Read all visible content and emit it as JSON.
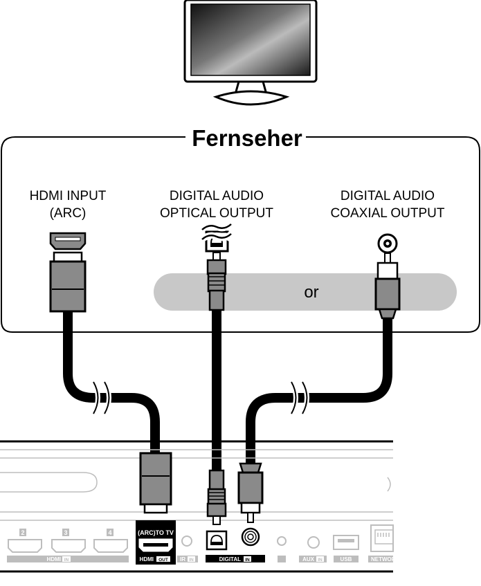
{
  "tv": {
    "title": "Fernseher"
  },
  "tv_ports": {
    "hdmi_input": [
      "HDMI INPUT",
      "(ARC)"
    ],
    "optical_output": [
      "DIGITAL AUDIO",
      "OPTICAL OUTPUT"
    ],
    "coaxial_output": [
      "DIGITAL AUDIO",
      "COAXIAL OUTPUT"
    ]
  },
  "or_label": "or",
  "receiver": {
    "hdmi_in_numbers": [
      "2",
      "3",
      "4"
    ],
    "hdmi_in_label": "HDMI",
    "hdmi_in_badge": "IN",
    "hdmi_out_top": "(ARC)TO TV",
    "hdmi_out_label": "HDMI",
    "hdmi_out_badge": "OUT",
    "ir_label": "IR",
    "ir_badge": "IN",
    "digital_label": "DIGITAL",
    "digital_badge": "IN",
    "aux_label": "AUX",
    "aux_badge": "IN",
    "usb_label": "USB",
    "network_label": "NETWORK"
  },
  "colors": {
    "cable": "#000000",
    "plug_gray": "#8a8a8a",
    "or_band": "#c8c8c8",
    "receiver_light": "#bdbdbd"
  }
}
